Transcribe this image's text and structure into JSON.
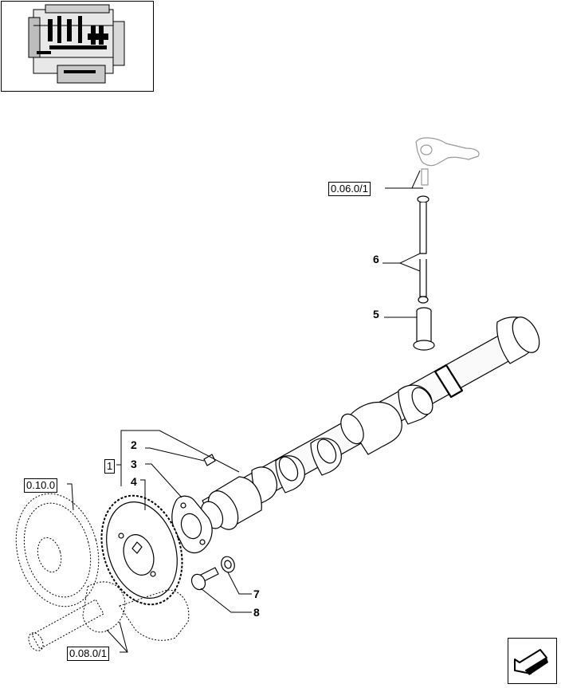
{
  "references": {
    "valve_gear": "0.06.0/1",
    "timing_gear": "0.10.0",
    "crankshaft": "0.08.0/1"
  },
  "part_numbers": {
    "group": "1",
    "key": "2",
    "thrust_plate": "3",
    "camshaft_gear": "4",
    "tappet": "5",
    "push_rod": "6",
    "washer": "7",
    "screw": "8"
  },
  "icons": {
    "thumbnail": "engine-thumbnail-icon",
    "navigation": "next-page-arrow-icon"
  }
}
